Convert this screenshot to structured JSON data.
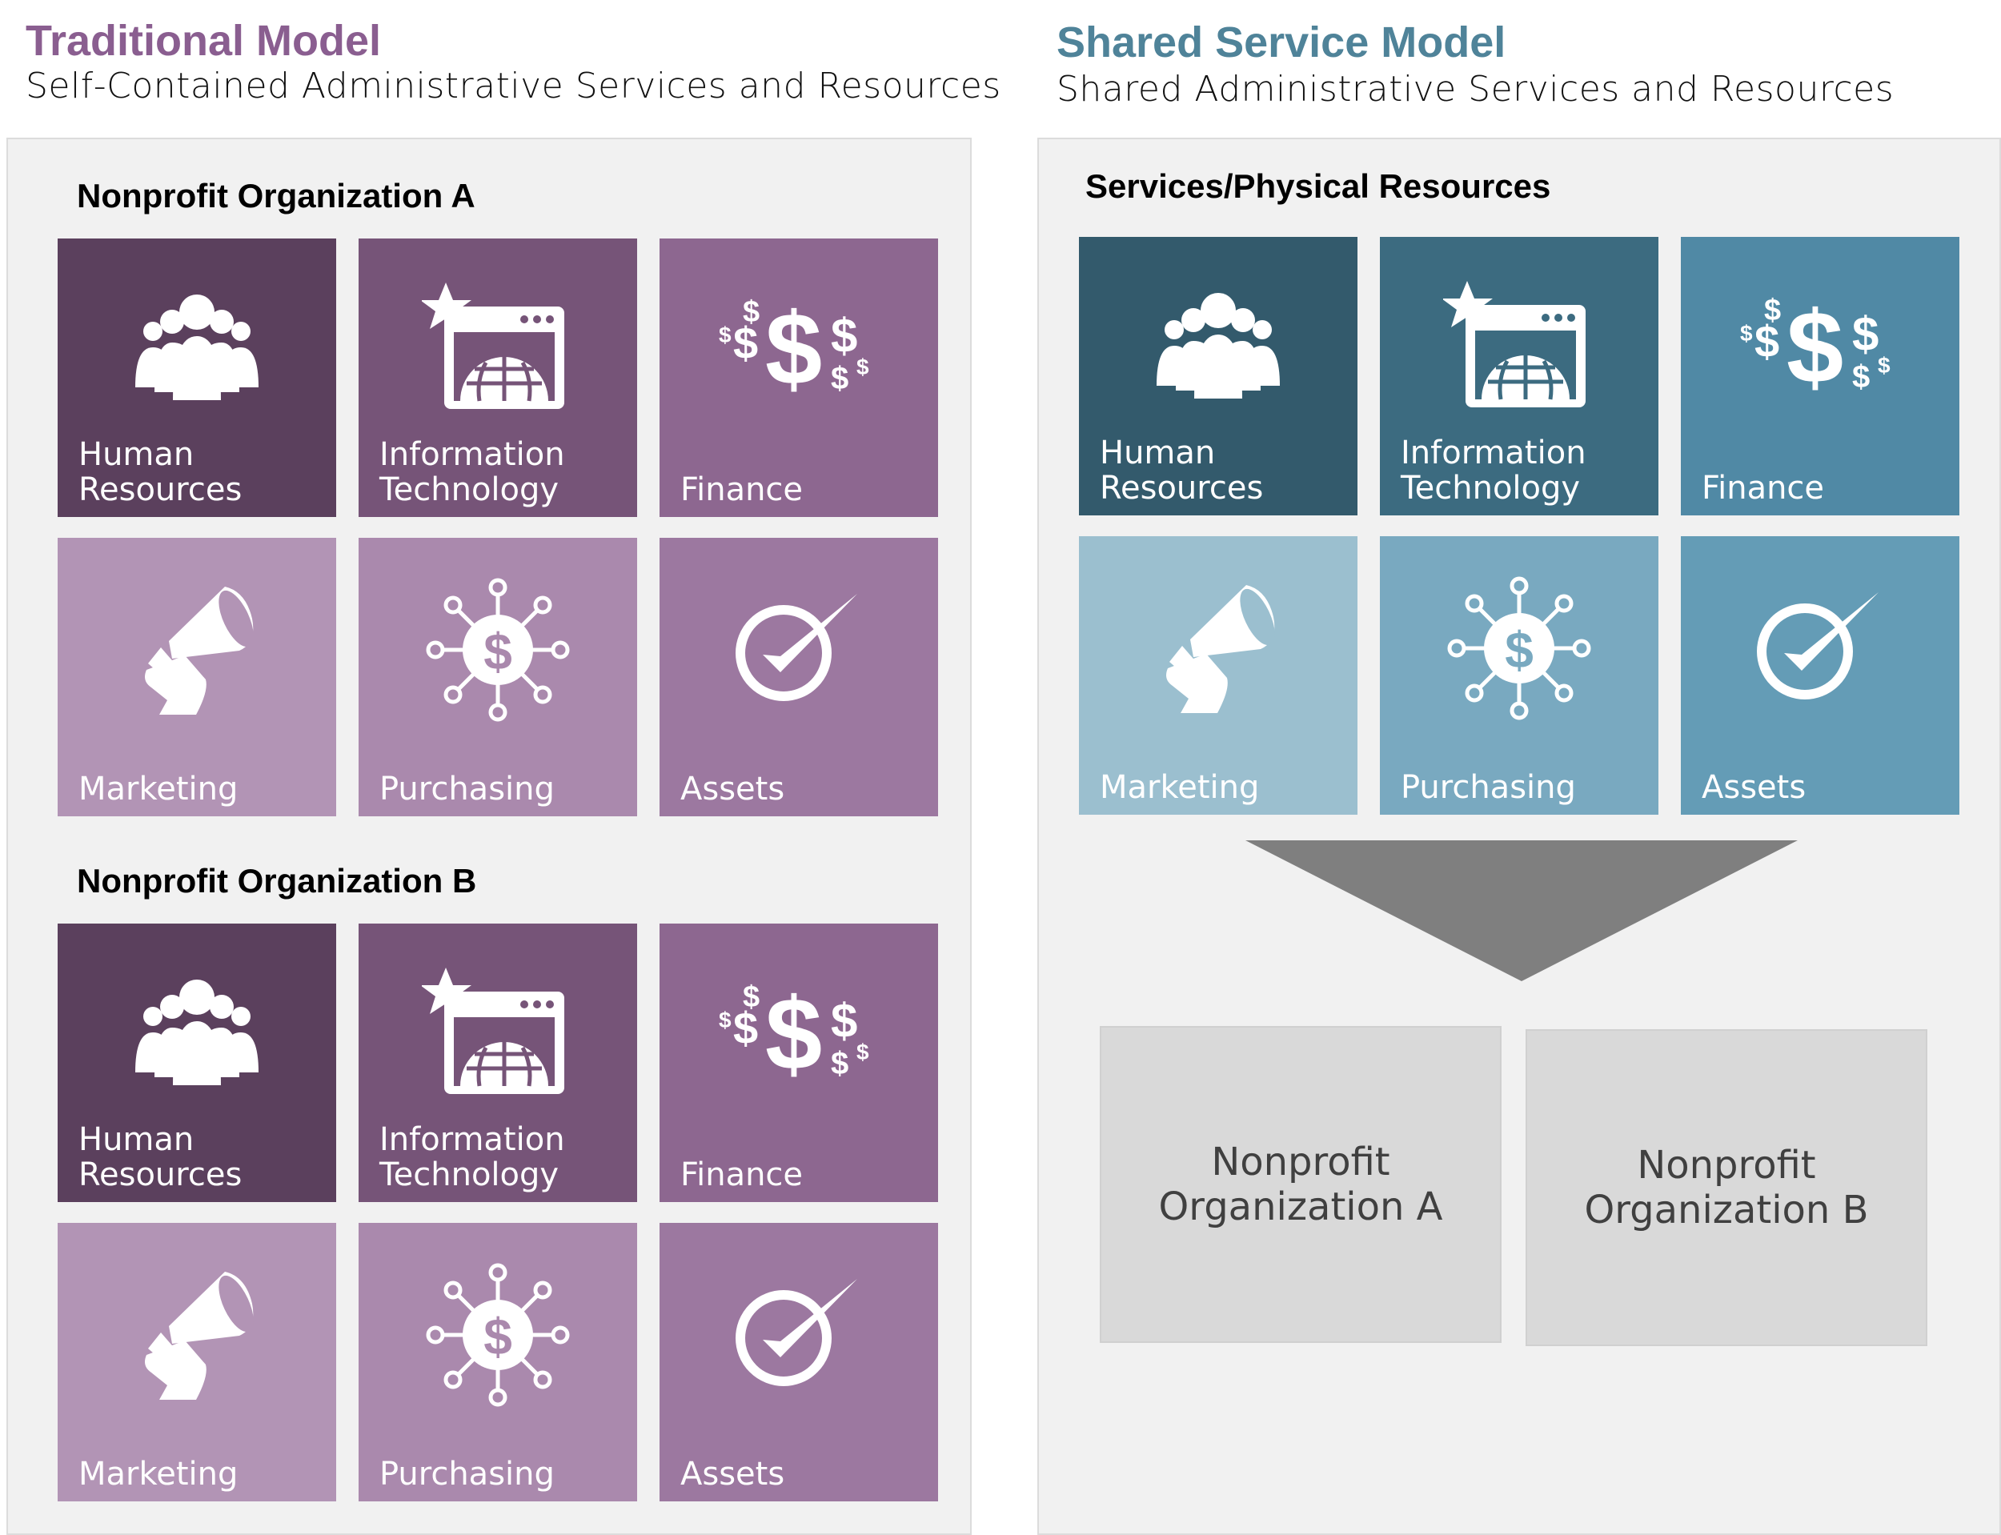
{
  "traditional": {
    "title": "Traditional Model",
    "subtitle": "Self-Contained Administrative Services and Resources",
    "title_color": "#8a5e90",
    "groups": [
      {
        "title": "Nonprofit Organization A",
        "tiles": [
          {
            "label": "Human\nResources",
            "icon": "people-icon",
            "color": "#5b405d"
          },
          {
            "label": "Information\nTechnology",
            "icon": "globe-browser-star-icon",
            "color": "#765478"
          },
          {
            "label": "Finance",
            "icon": "dollar-signs-icon",
            "color": "#8d6790"
          },
          {
            "label": "Marketing",
            "icon": "megaphone-icon",
            "color": "#b294b5"
          },
          {
            "label": "Purchasing",
            "icon": "dollar-network-icon",
            "color": "#aa89ad"
          },
          {
            "label": "Assets",
            "icon": "checkmark-circle-icon",
            "color": "#9c78a0"
          }
        ]
      },
      {
        "title": "Nonprofit Organization B",
        "tiles": [
          {
            "label": "Human\nResources",
            "icon": "people-icon",
            "color": "#5b405d"
          },
          {
            "label": "Information\nTechnology",
            "icon": "globe-browser-star-icon",
            "color": "#765478"
          },
          {
            "label": "Finance",
            "icon": "dollar-signs-icon",
            "color": "#8d6790"
          },
          {
            "label": "Marketing",
            "icon": "megaphone-icon",
            "color": "#b294b5"
          },
          {
            "label": "Purchasing",
            "icon": "dollar-network-icon",
            "color": "#aa89ad"
          },
          {
            "label": "Assets",
            "icon": "checkmark-circle-icon",
            "color": "#9c78a0"
          }
        ]
      }
    ]
  },
  "shared": {
    "title": "Shared Service Model",
    "subtitle": "Shared Administrative Services and Resources",
    "title_color": "#4f8399",
    "group_title": "Services/Physical Resources",
    "tiles": [
      {
        "label": "Human\nResources",
        "icon": "people-icon",
        "color": "#335a6c"
      },
      {
        "label": "Information\nTechnology",
        "icon": "globe-browser-star-icon",
        "color": "#3c6b80"
      },
      {
        "label": "Finance",
        "icon": "dollar-signs-icon",
        "color": "#5089a5"
      },
      {
        "label": "Marketing",
        "icon": "megaphone-icon",
        "color": "#9bbfcf"
      },
      {
        "label": "Purchasing",
        "icon": "dollar-network-icon",
        "color": "#79a9c0"
      },
      {
        "label": "Assets",
        "icon": "checkmark-circle-icon",
        "color": "#649cb6"
      }
    ],
    "arrow_color": "#7f7f7f",
    "orgs": [
      "Nonprofit\nOrganization A",
      "Nonprofit\nOrganization B"
    ]
  }
}
